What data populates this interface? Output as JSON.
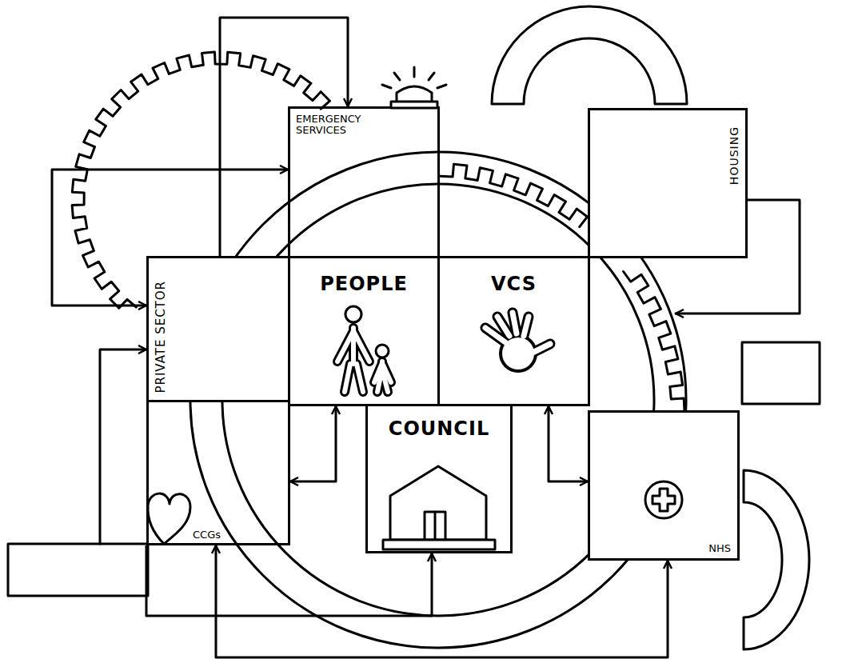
{
  "diagram": {
    "nodes": [
      {
        "text": [
          "EMERGENCY SERVICES"
        ]
      },
      {
        "text": [
          "HOUSING"
        ]
      },
      {
        "text": [
          "PRIVATE SECTOR"
        ]
      },
      {
        "text": [
          "PEOPLE"
        ]
      },
      {
        "text": [
          "VCS"
        ]
      },
      {
        "text": [
          "COUNCIL"
        ]
      },
      {
        "text": [
          "CCGs"
        ]
      },
      {
        "text": [
          "NHS"
        ]
      }
    ],
    "edges": [
      {
        "from": 2,
        "to": 0,
        "arrow": "to"
      },
      {
        "from": 2,
        "to": 0,
        "arrow": "both"
      },
      {
        "from": 3,
        "to": 6,
        "arrow": "both"
      },
      {
        "from": 4,
        "to": 7,
        "arrow": "both"
      },
      {
        "from": 6,
        "to": 7,
        "arrow": "both"
      },
      {
        "from": 6,
        "to": 5,
        "arrow": "to"
      }
    ]
  }
}
